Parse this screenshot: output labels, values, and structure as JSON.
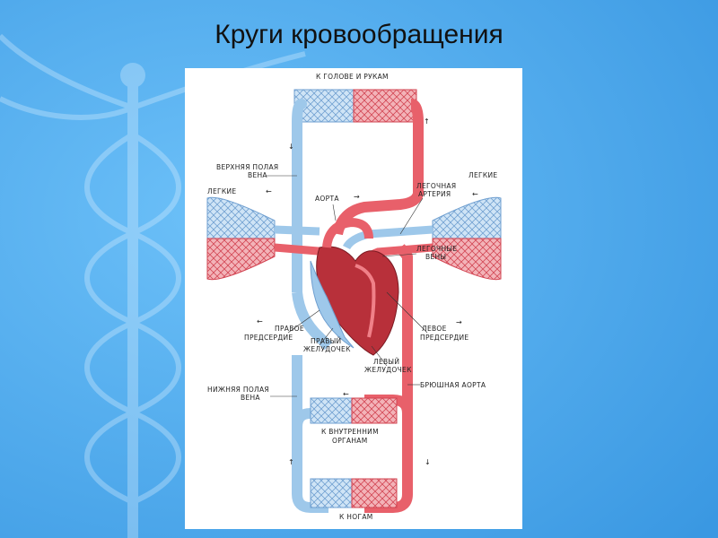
{
  "slide": {
    "title": "Круги кровообращения"
  },
  "diagram": {
    "labels": {
      "to_head": "К ГОЛОВЕ И РУКАМ",
      "svc_1": "ВЕРХНЯЯ ПОЛАЯ",
      "svc_2": "ВЕНА",
      "lungs_left": "ЛЕГКИЕ",
      "lungs_right": "ЛЕГКИЕ",
      "aorta": "АОРТА",
      "pulm_artery_1": "ЛЕГОЧНАЯ",
      "pulm_artery_2": "АРТЕРИЯ",
      "pulm_veins_1": "ЛЕГОЧНЫЕ",
      "pulm_veins_2": "ВЕНЫ",
      "right_atrium_1": "ПРАВОЕ",
      "right_atrium_2": "ПРЕДСЕРДИЕ",
      "left_atrium_1": "ЛЕВОЕ",
      "left_atrium_2": "ПРЕДСЕРДИЕ",
      "right_ventricle_1": "ПРАВЫЙ",
      "right_ventricle_2": "ЖЕЛУДОЧЕК",
      "left_ventricle_1": "ЛЕВЫЙ",
      "left_ventricle_2": "ЖЕЛУДОЧЕК",
      "ivc_1": "НИЖНЯЯ ПОЛАЯ",
      "ivc_2": "ВЕНА",
      "abdominal_aorta": "БРЮШНАЯ АОРТА",
      "to_organs_1": "К ВНУТРЕННИМ",
      "to_organs_2": "ОРГАНАМ",
      "to_legs": "К НОГАМ"
    },
    "colors": {
      "venous_blood": "#9ec8ea",
      "arterial_blood": "#e8606a",
      "heart_muscle": "#b8303a",
      "background": "#4aa8ee"
    },
    "background_icon": "caduceus-icon"
  }
}
